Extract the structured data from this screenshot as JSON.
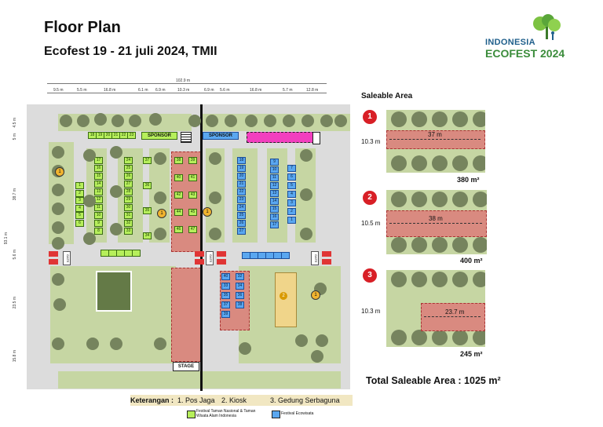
{
  "header": {
    "title": "Floor Plan",
    "subtitle": "Ecofest 19 - 21 juli 2024, TMII",
    "logo_line1": "INDONESIA",
    "logo_line2": "ECOFEST 2024"
  },
  "map": {
    "sponsor_left": "SPONSOR",
    "sponsor_right": "SPONSOR",
    "stage": "STAGE",
    "gate": "GATE",
    "top_dims": [
      "9.5 m",
      "5.5 m",
      "16.8 m",
      "6.1 m",
      "6.9 m",
      "10.3 m",
      "6.9 m",
      "5.6 m",
      "16.8 m",
      "5.7 m",
      "12.8 m"
    ],
    "overall_dim": "102.9 m",
    "left_dims": [
      "4.5 m",
      "5 m",
      "38.7 m",
      "5.6 m",
      "23.5 m",
      "15.8 m"
    ],
    "left_total": "93.1 m",
    "green_top_row": [
      "18",
      "19",
      "20",
      "21",
      "22",
      "23"
    ],
    "green_col1": [
      "1",
      "2",
      "3",
      "4",
      "5",
      "6"
    ],
    "green_col2": [
      "17",
      "16",
      "15",
      "14",
      "13",
      "12",
      "11",
      "10",
      "9",
      "8"
    ],
    "green_col3": [
      "24",
      "25",
      "26",
      "27",
      "28",
      "29",
      "30",
      "31",
      "32",
      "33"
    ],
    "green_col4": [
      "37",
      "36",
      "35",
      "34"
    ],
    "green_red": [
      "38",
      "39",
      "40",
      "41",
      "42",
      "43",
      "44",
      "45",
      "46",
      "47"
    ],
    "blue_col1": [
      "18",
      "19",
      "20",
      "21",
      "22",
      "23",
      "24",
      "25",
      "26",
      "27"
    ],
    "blue_col2": [
      "9",
      "10",
      "11",
      "12",
      "13",
      "14",
      "15",
      "16",
      "17"
    ],
    "blue_col3": [
      "7",
      "6",
      "5",
      "4",
      "3",
      "2",
      "1"
    ],
    "blue_lower": [
      "40",
      "32",
      "33",
      "34",
      "35",
      "36",
      "37",
      "38",
      "39"
    ],
    "marker": "1",
    "marker_kiosk": "2"
  },
  "legend": {
    "label": "Keterangan :",
    "item1": "1. Pos Jaga",
    "item2": "2. Kiosk",
    "item3": "3. Gedung Serbaguna",
    "green_label": "Festival Taman Nasional & Taman Wisata Alam Indonesia",
    "blue_label": "Festival Ecowisata",
    "colors": {
      "green": "#b6ef5b",
      "blue": "#5aa7f0",
      "red": "#d98a80"
    }
  },
  "saleable": {
    "title": "Saleable Area",
    "areas": [
      {
        "num": "1",
        "width": "10.3 m",
        "length": "37 m",
        "area": "380 m²"
      },
      {
        "num": "2",
        "width": "10.5 m",
        "length": "38 m",
        "area": "400 m²"
      },
      {
        "num": "3",
        "width": "10.3 m",
        "length": "23.7 m",
        "area": "245 m²"
      }
    ],
    "total": "Total Saleable Area : 1025 m²"
  }
}
